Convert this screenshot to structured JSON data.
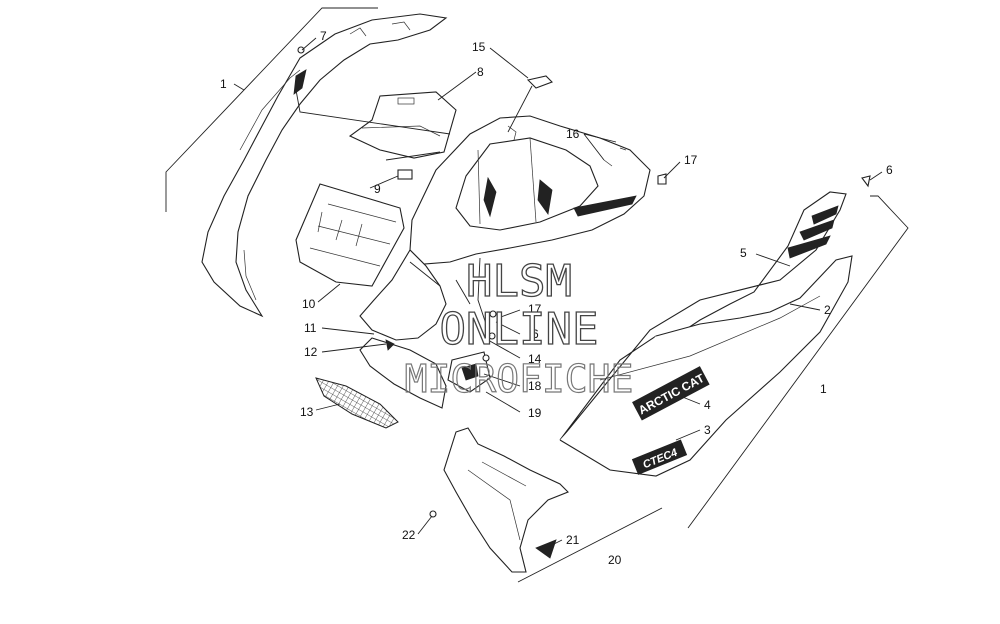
{
  "diagram": {
    "callouts": {
      "c1a": "1",
      "c1b": "1",
      "c2": "2",
      "c3": "3",
      "c4": "4",
      "c5": "5",
      "c6": "6",
      "c6b": "6",
      "c7": "7",
      "c8": "8",
      "c9": "9",
      "c10": "10",
      "c11": "11",
      "c12": "12",
      "c13": "13",
      "c14": "14",
      "c15": "15",
      "c16": "16",
      "c17a": "17",
      "c17b": "17",
      "c18": "18",
      "c19": "19",
      "c20": "20",
      "c21": "21",
      "c22": "22"
    },
    "decals": {
      "arctic_cat": "ARCTIC CAT",
      "ctec": "CTEC4"
    }
  },
  "watermark": {
    "line1": "HLSM",
    "line2": "ONLINE",
    "line3": "MICROFICHE"
  }
}
